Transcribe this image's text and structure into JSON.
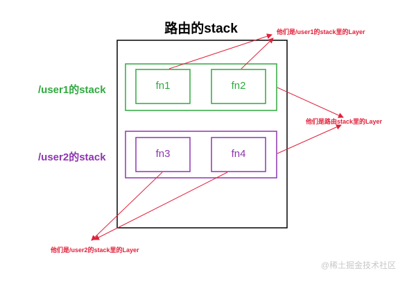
{
  "title": "路由的stack",
  "user1": {
    "label": "/user1的stack",
    "layers": [
      "fn1",
      "fn2"
    ],
    "color": "#2fa93f",
    "note": "他们是/user1的stack里的Layer"
  },
  "user2": {
    "label": "/user2的stack",
    "layers": [
      "fn3",
      "fn4"
    ],
    "color": "#8e35b0",
    "note": "他们是/user2的stack里的Layer"
  },
  "router_note": "他们是路由stack里的Layer",
  "arrow_color": "#e0213a",
  "watermark": "@稀土掘金技术社区"
}
